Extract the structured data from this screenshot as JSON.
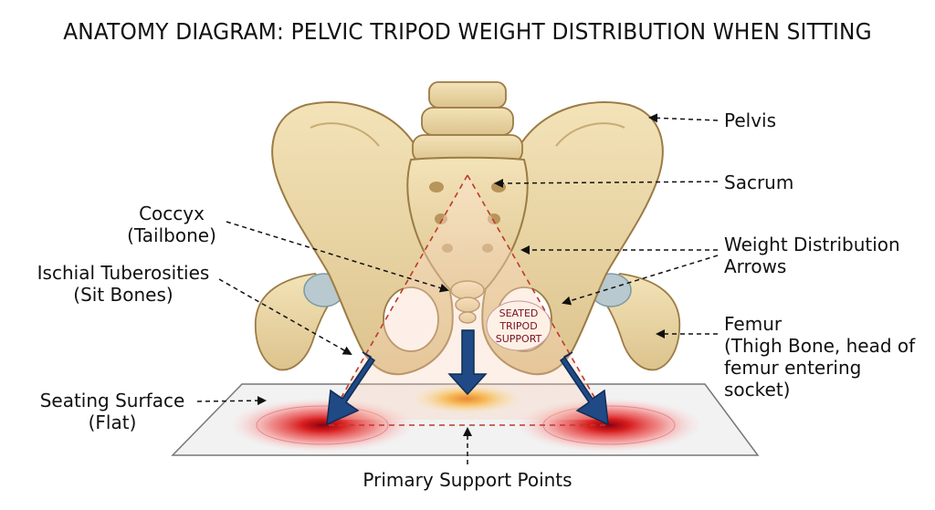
{
  "title": "ANATOMY DIAGRAM: PELVIC TRIPOD WEIGHT DISTRIBUTION WHEN SITTING",
  "labels": {
    "pelvis": "Pelvis",
    "sacrum": "Sacrum",
    "weight_line1": "Weight Distribution",
    "weight_line2": "Arrows",
    "coccyx_line1": "Coccyx",
    "coccyx_line2": "(Tailbone)",
    "ischial_line1": "Ischial Tuberosities",
    "ischial_line2": "(Sit Bones)",
    "femur_line1": "Femur",
    "femur_line2": "(Thigh Bone, head of",
    "femur_line3": "femur entering",
    "femur_line4": "socket)",
    "seating_line1": "Seating Surface",
    "seating_line2": "(Flat)",
    "primary": "Primary Support Points"
  },
  "tripod_label": [
    "SEATED",
    "TRIPOD",
    "SUPPORT"
  ],
  "colors": {
    "bone": "#e9d6a6",
    "bone_dark": "#b8955b",
    "arrow": "#1f4a85",
    "pressure_red": "#d81e1e",
    "pressure_orange": "#f0a020",
    "triangle": "#c0392b"
  }
}
